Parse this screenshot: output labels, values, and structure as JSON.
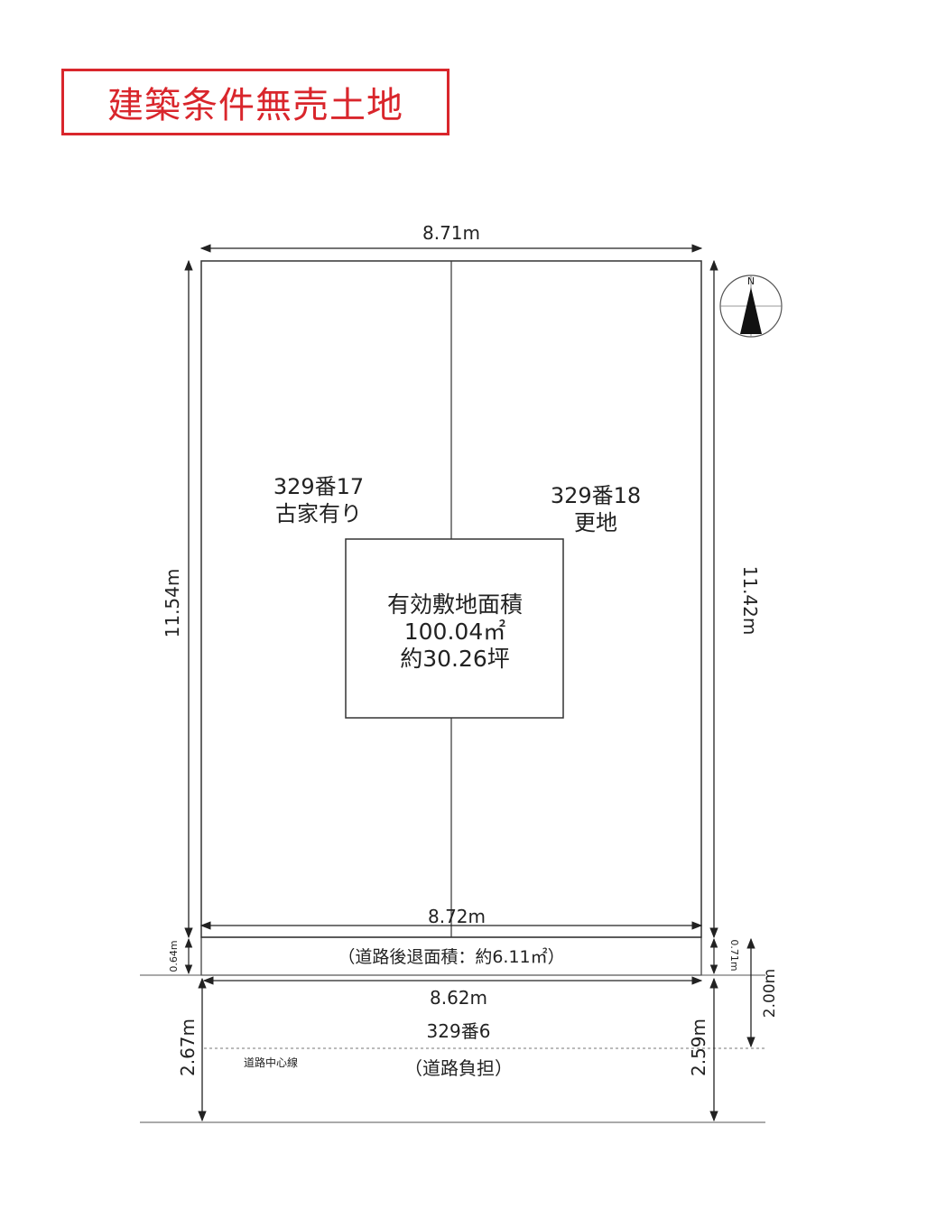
{
  "title": "建築条件無売土地",
  "title_color": "#d9262c",
  "compass_label": "N",
  "lots": {
    "left_number": "329番17",
    "left_note": "古家有り",
    "right_number": "329番18",
    "right_note": "更地"
  },
  "area_box": {
    "heading": "有効敷地面積",
    "sqm": "100.04㎡",
    "tsubo": "約30.26坪"
  },
  "dimensions": {
    "top": "8.71m",
    "left": "11.54m",
    "right": "11.42m",
    "middle": "8.72m",
    "setback_left": "0.64m",
    "setback_right": "0.71m",
    "setback_area": "（道路後退面積：約6.11㎡）",
    "road_width": "8.62m",
    "road_left": "2.67m",
    "road_right": "2.59m",
    "road_total": "2.00m"
  },
  "road": {
    "number": "329番6",
    "note": "（道路負担）",
    "centerline": "道路中心線"
  }
}
